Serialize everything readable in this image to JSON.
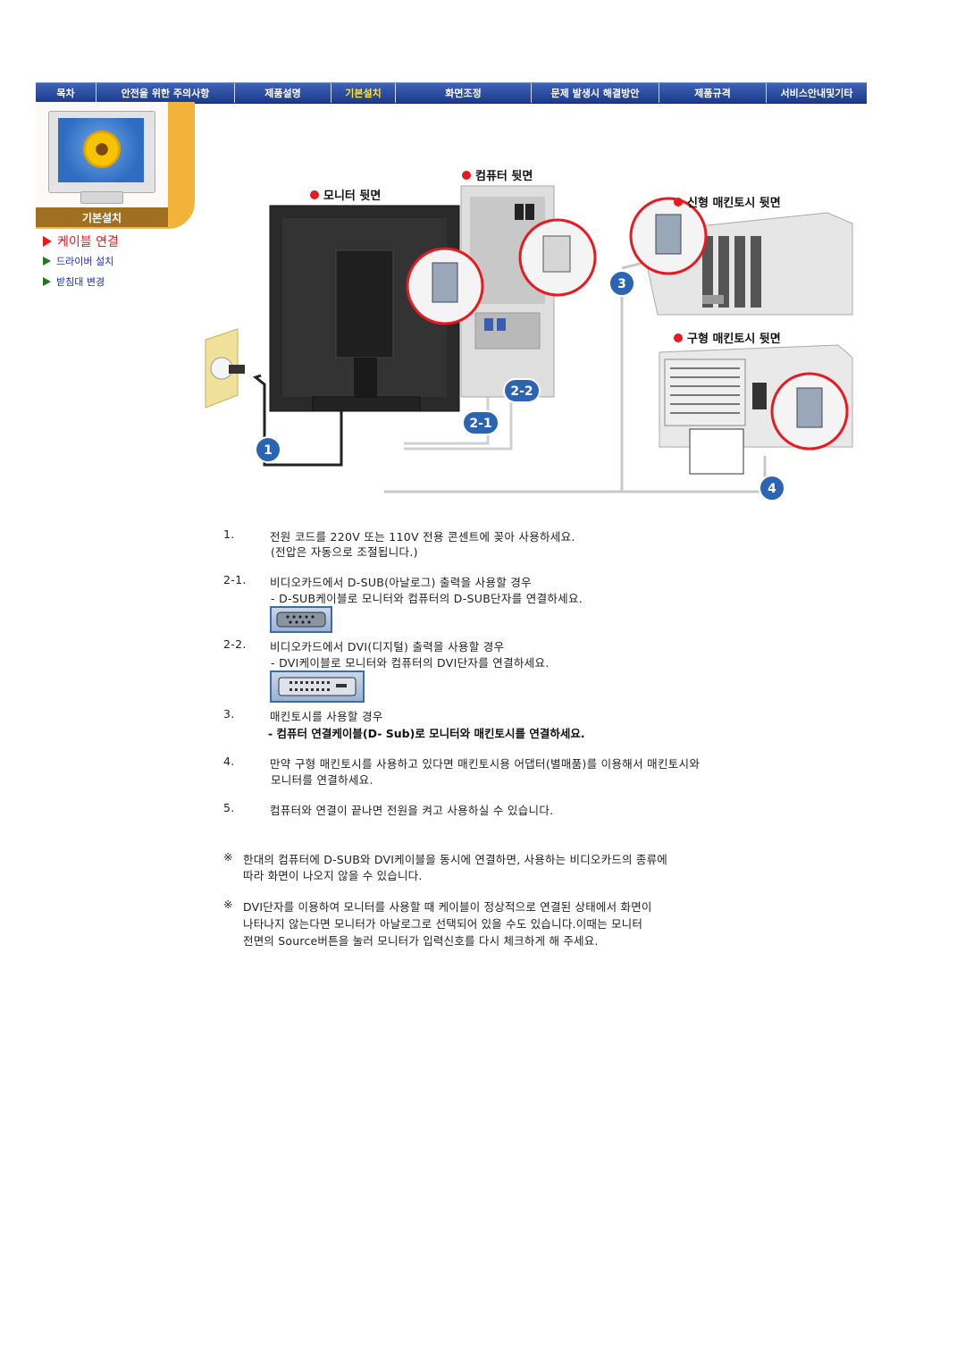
{
  "nav": {
    "items": [
      {
        "label": "목차",
        "active": false
      },
      {
        "label": "안전을 위한 주의사항",
        "active": false
      },
      {
        "label": "제품설명",
        "active": false
      },
      {
        "label": "기본설치",
        "active": true
      },
      {
        "label": "화면조정",
        "active": false
      },
      {
        "label": "문제 발생시 해결방안",
        "active": false
      },
      {
        "label": "제품규격",
        "active": false
      },
      {
        "label": "서비스안내및기타",
        "active": false
      }
    ],
    "colors": {
      "bar": "#2a4ba0",
      "active_text": "#ffe32b"
    }
  },
  "side": {
    "section_label": "기본설치",
    "links": [
      {
        "label": "케이블 연결",
        "current": true
      },
      {
        "label": "드라이버 설치",
        "current": false
      },
      {
        "label": "받침대 변경",
        "current": false
      }
    ],
    "colors": {
      "panel": "#f3b338",
      "label_bg": "#9e7020",
      "current_link": "#e8191f",
      "link": "#1b2dbd"
    }
  },
  "diagram": {
    "labels": {
      "computer_back": "컴퓨터 뒷면",
      "monitor_back": "모니터 뒷면",
      "new_mac_back": "신형 매킨토시 뒷면",
      "old_mac_back": "구형 매킨토시 뒷면"
    },
    "badges": [
      "1",
      "2-1",
      "2-2",
      "3",
      "4"
    ]
  },
  "steps": [
    {
      "num": "1.",
      "text": "전원 코드를 220V 또는 110V 전용 콘센트에 꽂아 사용하세요.",
      "sub": "(전압은 자동으로 조절됩니다.)"
    },
    {
      "num": "2-1.",
      "text": "비디오카드에서 D-SUB(아날로그) 출력을 사용할 경우",
      "sub": "- D-SUB케이블로 모니터와 컴퓨터의 D-SUB단자를 연결하세요."
    },
    {
      "num": "2-2.",
      "text": "비디오카드에서 DVI(디지털) 출력을 사용할 경우",
      "sub": "- DVI케이블로 모니터와 컴퓨터의 DVI단자를 연결하세요."
    },
    {
      "num": "3.",
      "text": "매킨토시를 사용할 경우",
      "sub": "-  컴퓨터 연결케이블(D- Sub)로 모니터와 매킨토시를 연결하세요."
    },
    {
      "num": "4.",
      "text": "만약 구형 매킨토시를 사용하고 있다면 매킨토시용 어댑터(별매품)를 이용해서 매킨토시와",
      "sub": "모니터를 연결하세요."
    },
    {
      "num": "5.",
      "text": "컴퓨터와 연결이 끝나면 전원을 켜고 사용하실 수 있습니다."
    }
  ],
  "notes": [
    {
      "mark": "※",
      "lines": [
        "한대의 컴퓨터에 D-SUB와 DVI케이블을 동시에 연결하면, 사용하는 비디오카드의 종류에",
        "따라 화면이 나오지 않을 수 있습니다."
      ]
    },
    {
      "mark": "※",
      "lines": [
        "DVI단자를 이용하여 모니터를 사용할 때 케이블이 정상적으로 연결된 상태에서 화면이",
        "나타나지 않는다면 모니터가 아날로그로 선택되어 있을 수도 있습니다.이때는 모니터",
        "전면의 Source버튼을 눌러 모니터가 입력신호를 다시 체크하게 해 주세요."
      ]
    }
  ]
}
